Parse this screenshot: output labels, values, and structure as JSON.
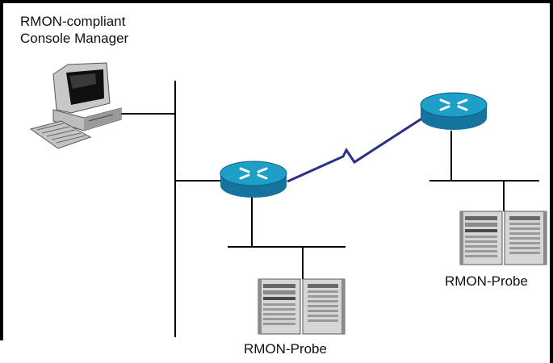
{
  "labels": {
    "console_line1": "RMON-compliant",
    "console_line2": "Console Manager",
    "probe_right": "RMON-Probe",
    "probe_bottom": "RMON-Probe"
  },
  "colors": {
    "router_top": "#1e9fc8",
    "router_side": "#1573a0",
    "wan_link": "#2b2f88",
    "lines": "#000000"
  }
}
